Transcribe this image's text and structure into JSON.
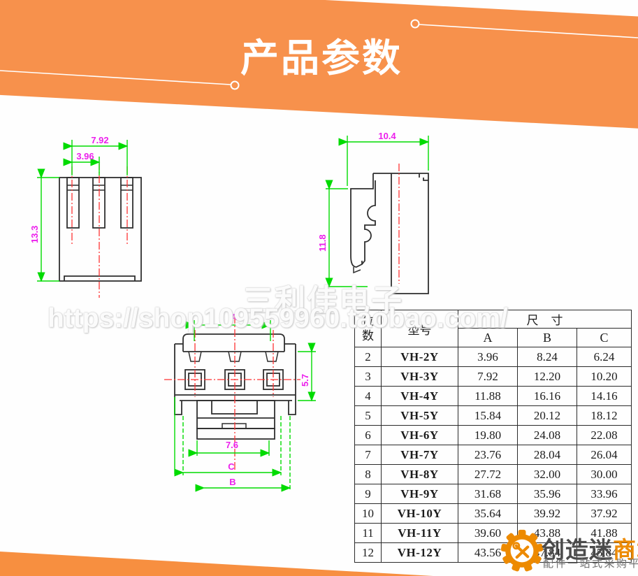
{
  "header": {
    "title": "产品参数"
  },
  "watermarks": {
    "brand": "三利佳电子",
    "url": "https://shop109559960.taobao.com/"
  },
  "drawings": {
    "front_view": {
      "width_outer": "7.92",
      "width_inner": "3.96",
      "height": "13.3"
    },
    "side_view": {
      "width": "10.4",
      "height": "11.8"
    },
    "bottom_view": {
      "dim_a": "A",
      "dim_depth": "5.7",
      "dim_inner": "7.6",
      "dim_c": "C",
      "dim_b": "B"
    }
  },
  "table": {
    "headers": {
      "positions": "位数",
      "model": "型号",
      "size": "尺寸",
      "a": "A",
      "b": "B",
      "c": "C"
    },
    "rows": [
      {
        "pos": "2",
        "model": "VH-2Y",
        "a": "3.96",
        "b": "8.24",
        "c": "6.24"
      },
      {
        "pos": "3",
        "model": "VH-3Y",
        "a": "7.92",
        "b": "12.20",
        "c": "10.20"
      },
      {
        "pos": "4",
        "model": "VH-4Y",
        "a": "11.88",
        "b": "16.16",
        "c": "14.16"
      },
      {
        "pos": "5",
        "model": "VH-5Y",
        "a": "15.84",
        "b": "20.12",
        "c": "18.12"
      },
      {
        "pos": "6",
        "model": "VH-6Y",
        "a": "19.80",
        "b": "24.08",
        "c": "22.08"
      },
      {
        "pos": "7",
        "model": "VH-7Y",
        "a": "23.76",
        "b": "28.04",
        "c": "26.04"
      },
      {
        "pos": "8",
        "model": "VH-8Y",
        "a": "27.72",
        "b": "32.00",
        "c": "30.00"
      },
      {
        "pos": "9",
        "model": "VH-9Y",
        "a": "31.68",
        "b": "35.96",
        "c": "33.96"
      },
      {
        "pos": "10",
        "model": "VH-10Y",
        "a": "35.64",
        "b": "39.92",
        "c": "37.92"
      },
      {
        "pos": "11",
        "model": "VH-11Y",
        "a": "39.60",
        "b": "43.88",
        "c": "41.88"
      },
      {
        "pos": "12",
        "model": "VH-12Y",
        "a": "43.56",
        "b": "47.84",
        "c": "45.84"
      }
    ]
  },
  "footer_logo": {
    "brand_dark": "创造迷",
    "brand_orange": "商城",
    "subtitle": "配件一站式采购平台"
  },
  "colors": {
    "banner_orange": "#F7914C",
    "logo_orange": "#ED8A00",
    "dimension_green": "#00DB00",
    "dimension_magenta": "#EC1FEC",
    "centerline_red": "#FF3333",
    "drawing_line": "#2f2f2f"
  }
}
